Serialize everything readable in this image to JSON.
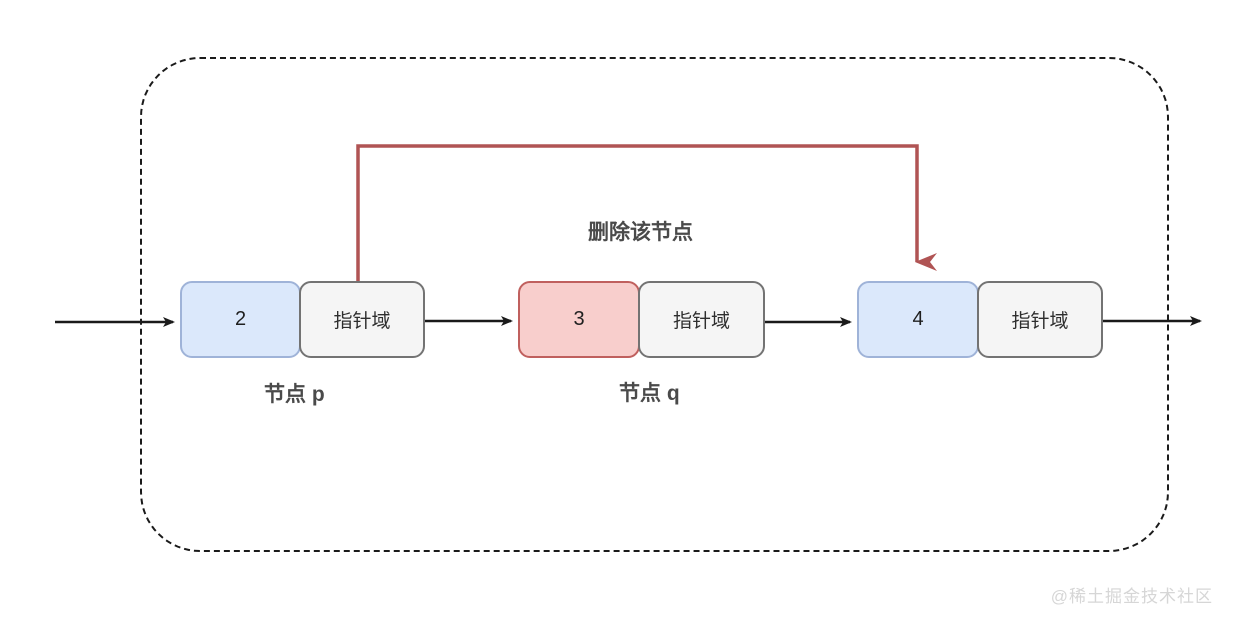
{
  "diagram": {
    "title_annotation": "删除该节点",
    "watermark": "@稀土掘金技术社区",
    "nodes": [
      {
        "value": "2",
        "pointer_label": "指针域",
        "role": "节点 p",
        "fill": "#dbe8fb"
      },
      {
        "value": "3",
        "pointer_label": "指针域",
        "role": "节点 q",
        "fill": "#f8cecc"
      },
      {
        "value": "4",
        "pointer_label": "指针域",
        "role": "",
        "fill": "#dbe8fb"
      }
    ],
    "labels": {
      "node_p": "节点 p",
      "node_q": "节点 q"
    },
    "colors": {
      "node_fill_blue": "#dbe8fb",
      "node_border_blue": "#9fb3d8",
      "node_fill_red": "#f8cecc",
      "node_border_red": "#c0605e",
      "pointer_fill": "#f5f5f5",
      "pointer_border": "#737373",
      "redirect_arrow": "#b05454",
      "list_arrow": "#1a1a1a",
      "label_text": "#4a4a4a",
      "watermark_text": "#d6d6d6"
    }
  }
}
